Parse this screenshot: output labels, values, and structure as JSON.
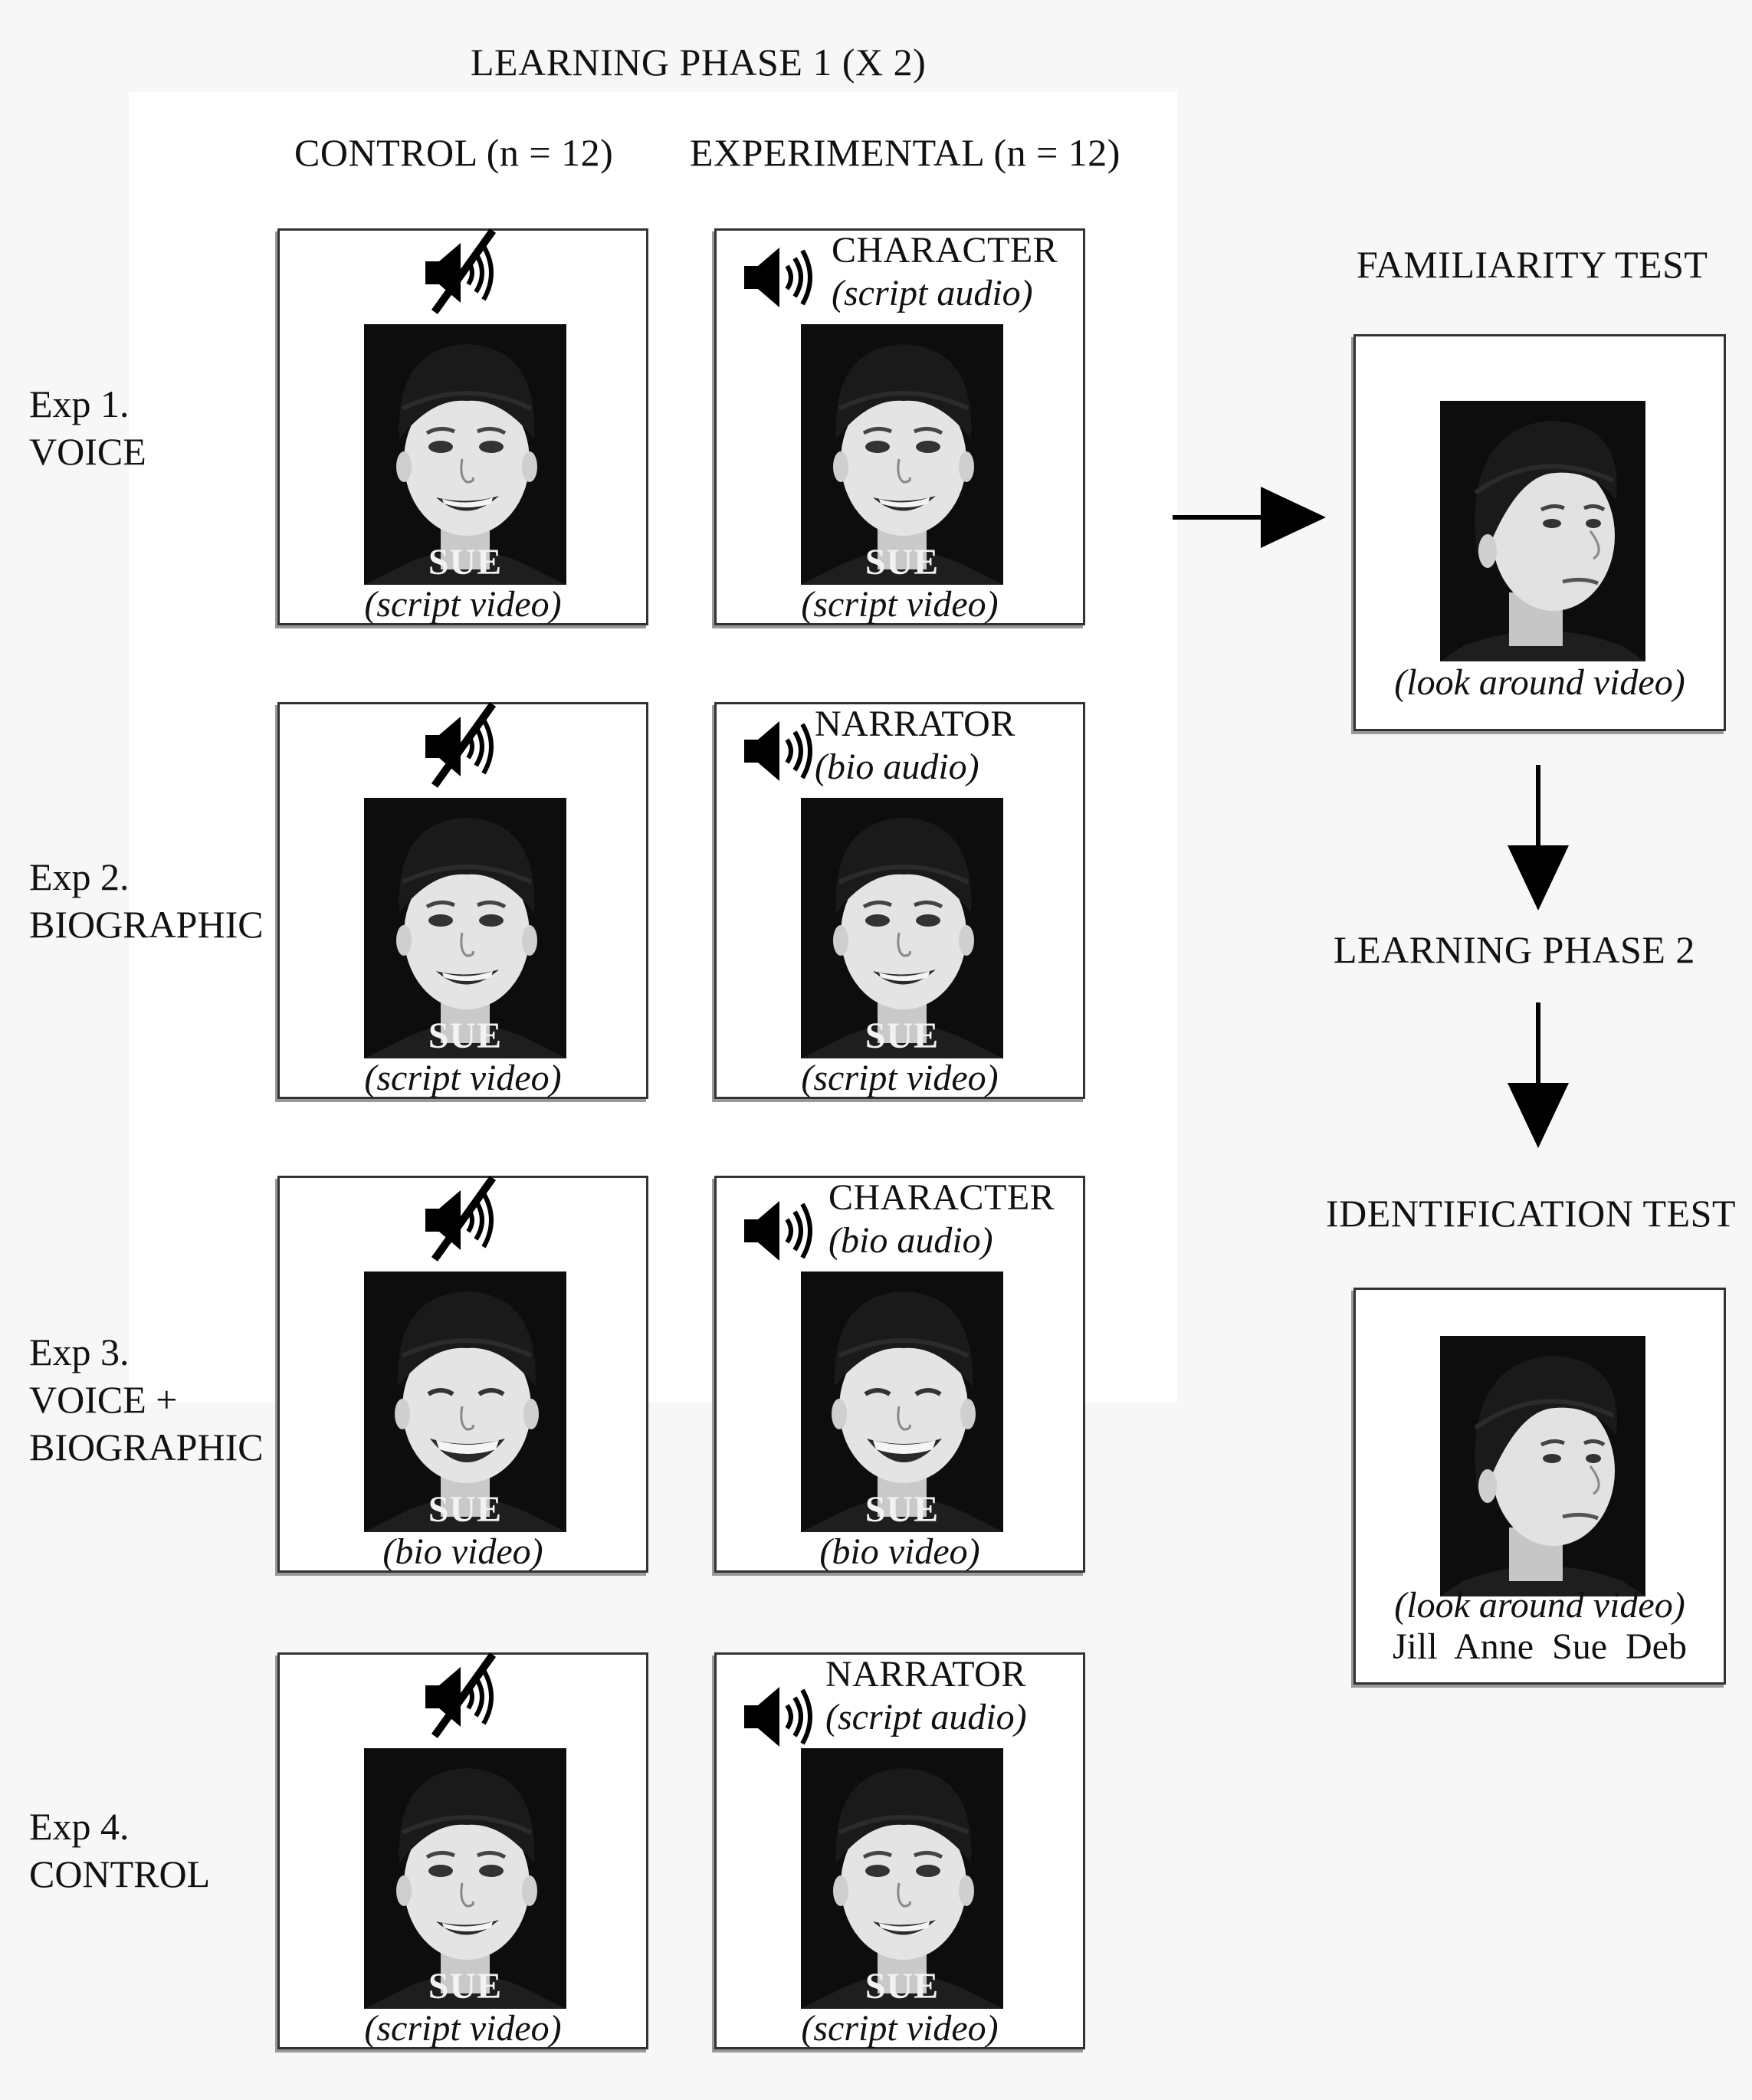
{
  "headers": {
    "learning_phase_1": "LEARNING PHASE 1 (X 2)",
    "control": "CONTROL (n = 12)",
    "experimental": "EXPERIMENTAL (n = 12)",
    "familiarity_test": "FAMILIARITY TEST",
    "learning_phase_2": "LEARNING PHASE 2",
    "identification_test": "IDENTIFICATION TEST"
  },
  "rows": [
    {
      "label_line1": "Exp 1.",
      "label_line2": "VOICE",
      "label_line3": "",
      "control": {
        "name": "SUE",
        "caption": "(script video)"
      },
      "experimental": {
        "name": "SUE",
        "caption": "(script video)",
        "audio_title": "CHARACTER",
        "audio_sub": "(script audio)"
      }
    },
    {
      "label_line1": "Exp 2.",
      "label_line2": "BIOGRAPHIC",
      "label_line3": "",
      "control": {
        "name": "SUE",
        "caption": "(script video)"
      },
      "experimental": {
        "name": "SUE",
        "caption": "(script video)",
        "audio_title": "NARRATOR",
        "audio_sub": "(bio audio)"
      }
    },
    {
      "label_line1": "Exp 3.",
      "label_line2": "VOICE +",
      "label_line3": "BIOGRAPHIC",
      "control": {
        "name": "SUE",
        "caption": "(bio video)"
      },
      "experimental": {
        "name": "SUE",
        "caption": "(bio video)",
        "audio_title": "CHARACTER",
        "audio_sub": "(bio audio)"
      }
    },
    {
      "label_line1": "Exp 4.",
      "label_line2": "CONTROL",
      "label_line3": "",
      "control": {
        "name": "SUE",
        "caption": "(script video)"
      },
      "experimental": {
        "name": "SUE",
        "caption": "(script video)",
        "audio_title": "NARRATOR",
        "audio_sub": "(script audio)"
      }
    }
  ],
  "familiarity": {
    "caption": "(look around video)"
  },
  "identification": {
    "caption": "(look around video)",
    "names": "Jill  Anne Sue  Deb"
  },
  "icons": {
    "muted": "speaker-muted-icon",
    "audio": "speaker-sound-icon"
  }
}
